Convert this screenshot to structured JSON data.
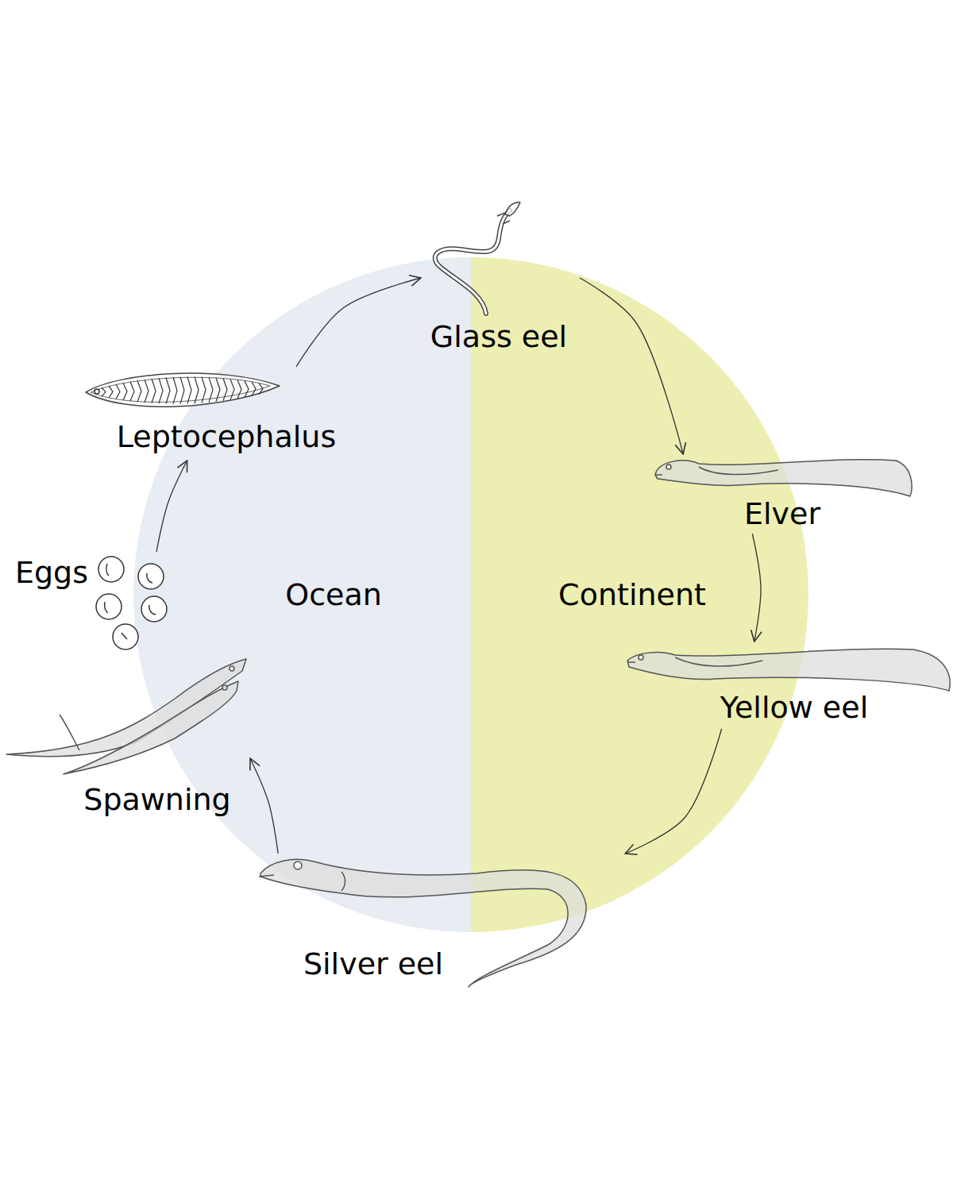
{
  "diagram": {
    "nodes": [
      {
        "text": [
          "Ocean"
        ]
      },
      {
        "text": [
          "Continent"
        ]
      },
      {
        "text": [
          "Glass eel"
        ]
      },
      {
        "text": [
          "Elver"
        ]
      },
      {
        "text": [
          "Yellow eel"
        ]
      },
      {
        "text": [
          "Silver eel"
        ]
      },
      {
        "text": [
          "Spawning"
        ]
      },
      {
        "text": [
          "Eggs"
        ]
      },
      {
        "text": [
          "Leptocephalus"
        ]
      }
    ],
    "edges": [
      {
        "from": 2,
        "to": 3,
        "arrow": "to"
      },
      {
        "from": 3,
        "to": 4,
        "arrow": "to"
      },
      {
        "from": 4,
        "to": 5,
        "arrow": "to"
      },
      {
        "from": 5,
        "to": 6,
        "arrow": "to"
      },
      {
        "from": 7,
        "to": 8,
        "arrow": "to"
      },
      {
        "from": 8,
        "to": 2,
        "arrow": "to"
      }
    ]
  }
}
